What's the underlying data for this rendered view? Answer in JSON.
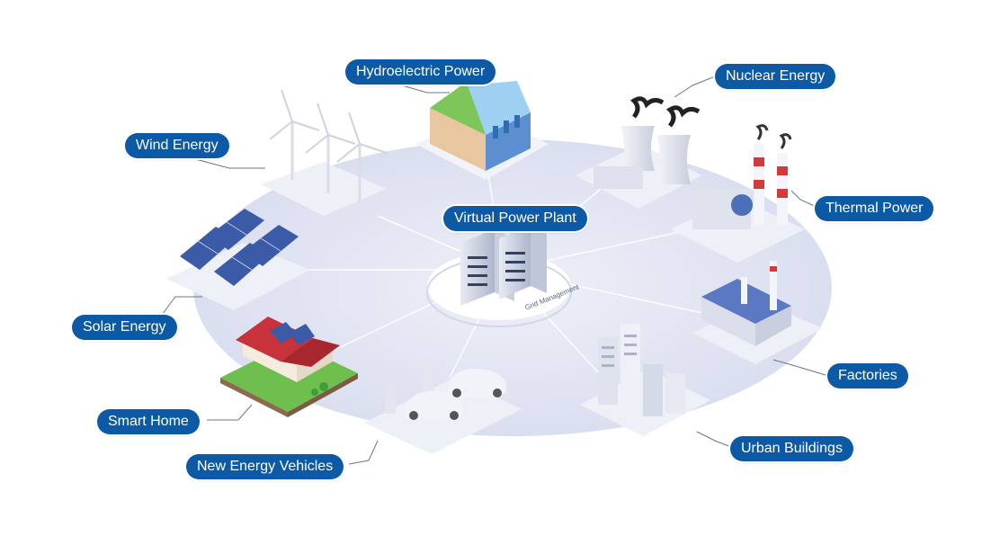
{
  "diagram": {
    "center_label": "Virtual Power Plant",
    "server_caption": "Grid Management",
    "nodes": [
      {
        "id": "hydro",
        "label": "Hydroelectric Power",
        "icon": "hydro-dam-icon"
      },
      {
        "id": "nuclear",
        "label": "Nuclear Energy",
        "icon": "nuclear-plant-icon"
      },
      {
        "id": "wind",
        "label": "Wind Energy",
        "icon": "wind-turbine-icon"
      },
      {
        "id": "thermal",
        "label": "Thermal Power",
        "icon": "thermal-plant-icon"
      },
      {
        "id": "solar",
        "label": "Solar Energy",
        "icon": "solar-panel-icon"
      },
      {
        "id": "factories",
        "label": "Factories",
        "icon": "factory-icon"
      },
      {
        "id": "smart_home",
        "label": "Smart Home",
        "icon": "house-icon"
      },
      {
        "id": "urban",
        "label": "Urban Buildings",
        "icon": "city-buildings-icon"
      },
      {
        "id": "nev",
        "label": "New Energy Vehicles",
        "icon": "electric-car-icon"
      }
    ],
    "colors": {
      "label_bg": "#0c5aa6",
      "label_text": "#ffffff",
      "platform": "#dfe3f2",
      "connector": "#7b86a8",
      "solar_cell": "#3b5aa8",
      "roof": "#c8323a",
      "grass": "#6fbf4e",
      "chimney_stripe": "#d23b3b"
    }
  }
}
